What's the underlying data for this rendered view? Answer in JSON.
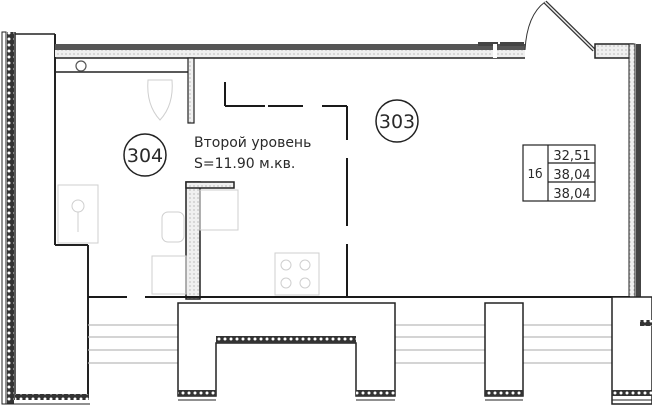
{
  "plan": {
    "rooms": [
      {
        "id": "304",
        "label": "304"
      },
      {
        "id": "303",
        "label": "303"
      }
    ],
    "second_level": {
      "title": "Второй уровень",
      "area": "S=11.90 м.кв."
    },
    "area_table": {
      "type": "1б",
      "values": [
        "32,51",
        "38,04",
        "38,04"
      ]
    }
  },
  "colors": {
    "line": "#1a1a1a",
    "fixture": "#c8c8c8",
    "wall_fill": "#e6e6e6"
  }
}
